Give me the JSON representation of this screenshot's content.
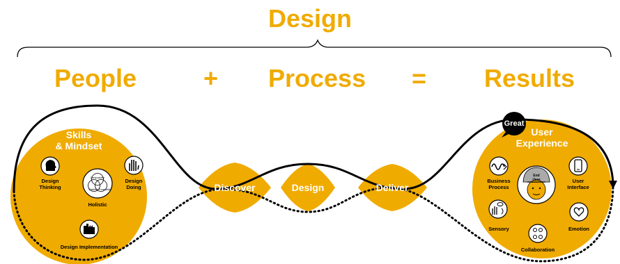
{
  "header": {
    "title": "Design"
  },
  "equation": {
    "people": "People",
    "plus": "+",
    "process": "Process",
    "equals": "=",
    "results": "Results"
  },
  "left_circle": {
    "heading_line1": "Skills",
    "heading_line2": "& Mindset",
    "design_thinking_1": "Design",
    "design_thinking_2": "Thinking",
    "design_doing_1": "Design",
    "design_doing_2": "Doing",
    "venn_top": "Desirability",
    "venn_left": "Viability",
    "venn_right": "Feasibility",
    "holistic": "Holistic",
    "implementation": "Design Implementation"
  },
  "process_steps": [
    "Discover",
    "Design",
    "Deliver"
  ],
  "right_circle": {
    "badge": "Great",
    "heading_line1": "User",
    "heading_line2": "Experience",
    "business_1": "Business",
    "business_2": "Process",
    "end_user_1": "End",
    "end_user_2": "User",
    "ui_1": "User",
    "ui_2": "Interface",
    "sensory": "Sensory",
    "emotion": "Emotion",
    "collaboration": "Collaboration"
  },
  "colors": {
    "accent": "#F0AB00",
    "ink": "#000000",
    "background": "#FFFFFF"
  }
}
